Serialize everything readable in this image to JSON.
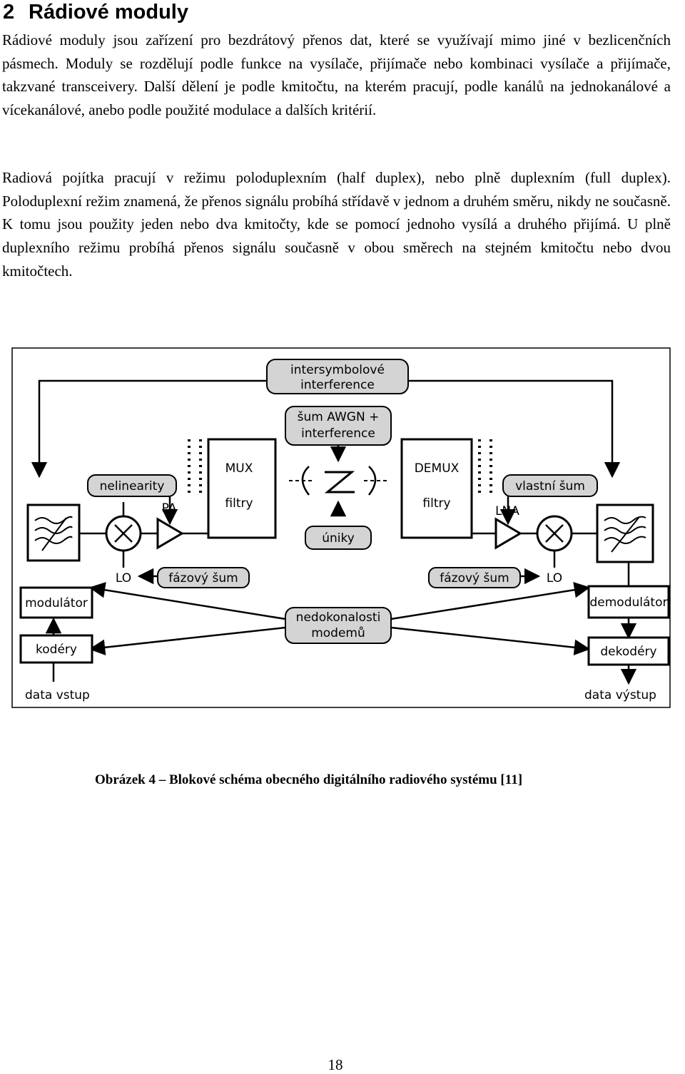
{
  "section": {
    "number": "2",
    "title": "Rádiové moduly"
  },
  "paragraphs": [
    "Rádiové moduly jsou zařízení pro bezdrátový přenos dat, které se využívají mimo jiné v bezlicenčních pásmech. Moduly se rozdělují podle funkce na vysílače, přijímače nebo kombinaci vysílače a přijímače, takzvané transceivery. Další dělení je podle kmitočtu, na kterém pracují, podle kanálů na jednokanálové a vícekanálové, anebo podle použité modulace a dalších kritérií.",
    "Radiová pojítka pracují v režimu poloduplexním (half duplex), nebo plně duplexním (full duplex). Poloduplexní režim znamená, že přenos signálu probíhá střídavě v jednom a druhém směru, nikdy ne současně. K tomu jsou použity jeden nebo dva kmitočty, kde se pomocí jednoho vysílá a druhého přijímá. U plně duplexního režimu probíhá přenos signálu současně v obou směrech na stejném kmitočtu nebo dvou kmitočtech."
  ],
  "diagram": {
    "top_labels": {
      "intersymbol_1": "intersymbolové",
      "intersymbol_2": "interference",
      "awgn_1": "šum AWGN +",
      "awgn_2": "interference",
      "fading": "úniky",
      "modem_1": "nedokonalosti",
      "modem_2": "modemů"
    },
    "transmitter": {
      "mux": "MUX",
      "filter": "filtry",
      "nonlinearity": "nelinearity",
      "pa": "PA",
      "lo": "LO",
      "phase_noise": "fázový šum",
      "modulator": "modulátor",
      "encoders": "kodéry",
      "data_in": "data vstup"
    },
    "receiver": {
      "demux": "DEMUX",
      "filter": "filtry",
      "own_noise": "vlastní šum",
      "lna": "LNA",
      "lo": "LO",
      "phase_noise": "fázový šum",
      "demodulator": "demodulátor",
      "decoders": "dekodéry",
      "data_out": "data výstup"
    }
  },
  "caption": "Obrázek 4 – Blokové schéma obecného digitálního radiového systému [11]",
  "page_number": "18"
}
